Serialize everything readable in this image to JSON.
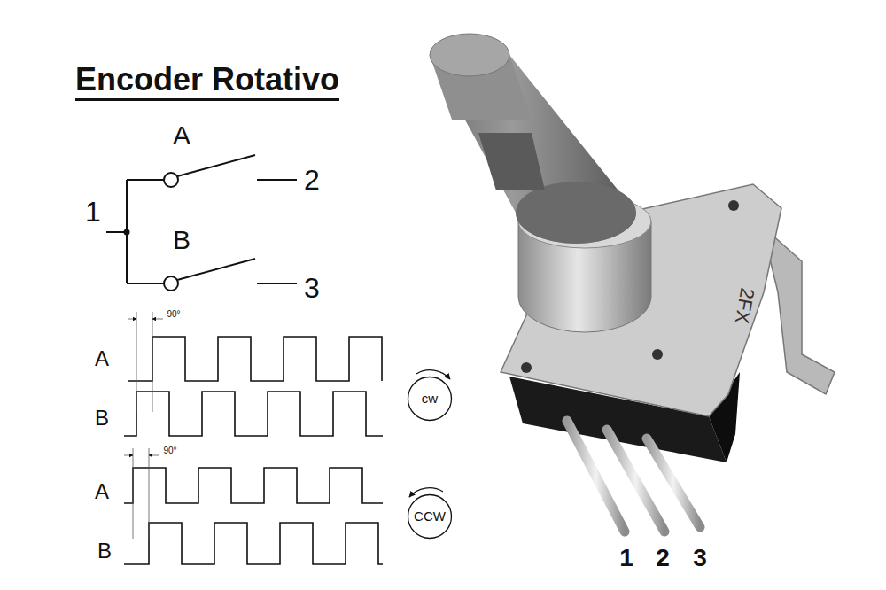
{
  "diagram": {
    "title": "Encoder Rotativo",
    "nodes": [
      {
        "text": [
          "cw"
        ]
      },
      {
        "text": [
          "CCW"
        ]
      }
    ],
    "labels": [
      "A",
      "1",
      "2",
      "B",
      "3",
      "90°",
      "A",
      "B",
      "90°",
      "A",
      "B",
      "2FX",
      "1",
      "2",
      "3"
    ]
  }
}
